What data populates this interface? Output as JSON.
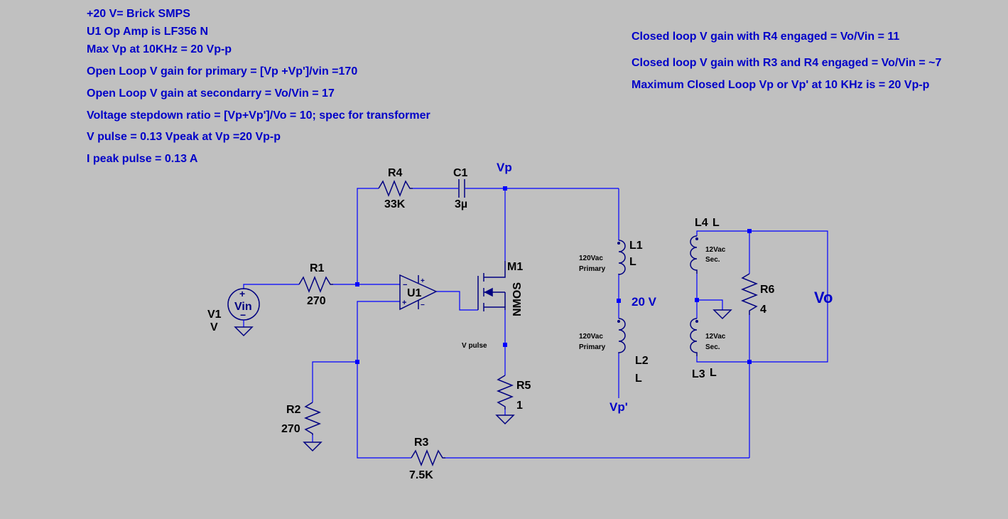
{
  "notes_left": [
    "+20 V= Brick SMPS",
    "U1 Op Amp is LF356 N",
    "Max Vp at 10KHz = 20 Vp-p",
    "Open Loop V gain for primary = [Vp +Vp']/vin =170",
    "Open Loop V gain at secondarry = Vo/Vin = 17",
    "Voltage stepdown ratio = [Vp+Vp']/Vo = 10; spec for transformer",
    "V pulse = 0.13 Vpeak at  Vp =20 Vp-p",
    "I peak pulse = 0.13 A"
  ],
  "notes_right": [
    "Closed loop V gain with R4 engaged = Vo/Vin = 11",
    "Closed loop V gain with R3 and R4 engaged = Vo/Vin = ~7",
    "Maximum Closed Loop Vp  or  Vp' at 10 KHz is = 20 Vp-p"
  ],
  "components": {
    "r4": {
      "name": "R4",
      "value": "33K"
    },
    "c1": {
      "name": "C1",
      "value": "3µ"
    },
    "r1": {
      "name": "R1",
      "value": "270"
    },
    "r2": {
      "name": "R2",
      "value": "270"
    },
    "r3": {
      "name": "R3",
      "value": "7.5K"
    },
    "r5": {
      "name": "R5",
      "value": "1"
    },
    "r6": {
      "name": "R6",
      "value": "4"
    },
    "u1": {
      "name": "U1"
    },
    "m1": {
      "name": "M1",
      "value": "NMOS"
    },
    "v1": {
      "name": "V1",
      "value": "V",
      "symbol": "Vin"
    },
    "l1": {
      "name": "L1",
      "value": "L",
      "note1": "120Vac",
      "note2": "Primary"
    },
    "l2": {
      "name": "L2",
      "value": "L",
      "note1": "120Vac",
      "note2": "Primary"
    },
    "l3": {
      "name": "L3",
      "value": "L",
      "note1": "12Vac",
      "note2": "Sec."
    },
    "l4": {
      "name": "L4",
      "value": "L",
      "note1": "12Vac",
      "note2": "Sec."
    }
  },
  "nets": {
    "vp": "Vp",
    "vp_prime": "Vp'",
    "supply": "20 V",
    "vpulse": "V pulse",
    "vo": "Vo"
  },
  "colors": {
    "background": "#c0c0c0",
    "wire": "#0000ff",
    "annotation": "#0000c8",
    "component": "#000080"
  }
}
